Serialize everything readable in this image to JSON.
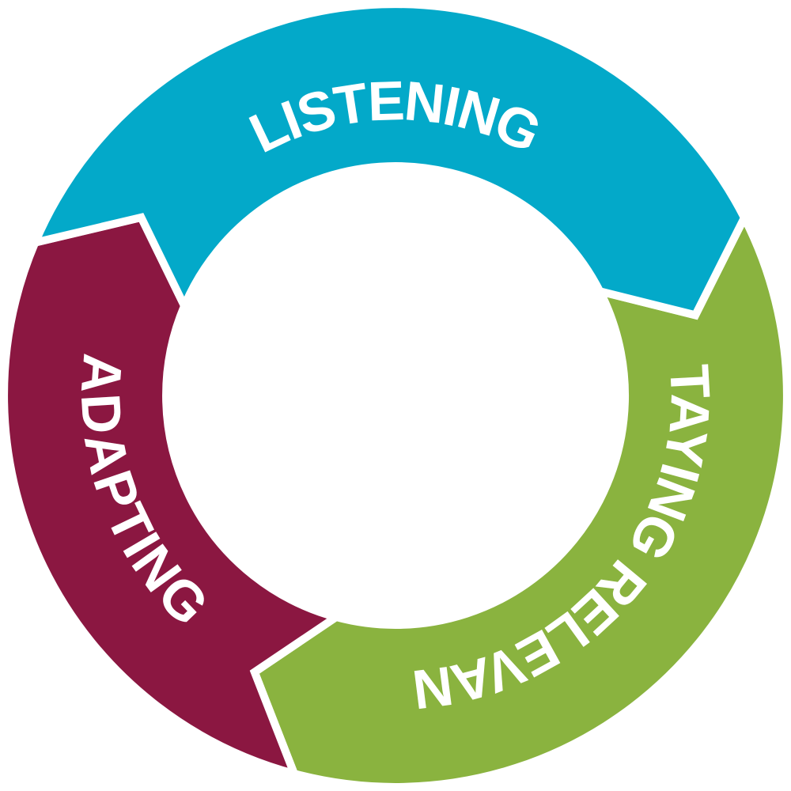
{
  "diagram": {
    "segments": [
      {
        "id": "listening",
        "label": "LISTENING",
        "color": "#03a9c9"
      },
      {
        "id": "staying-relevant",
        "label": "STAYING RELEVANT",
        "color": "#8ab33f"
      },
      {
        "id": "adapting",
        "label": "ADAPTING",
        "color": "#8b1741"
      }
    ]
  }
}
